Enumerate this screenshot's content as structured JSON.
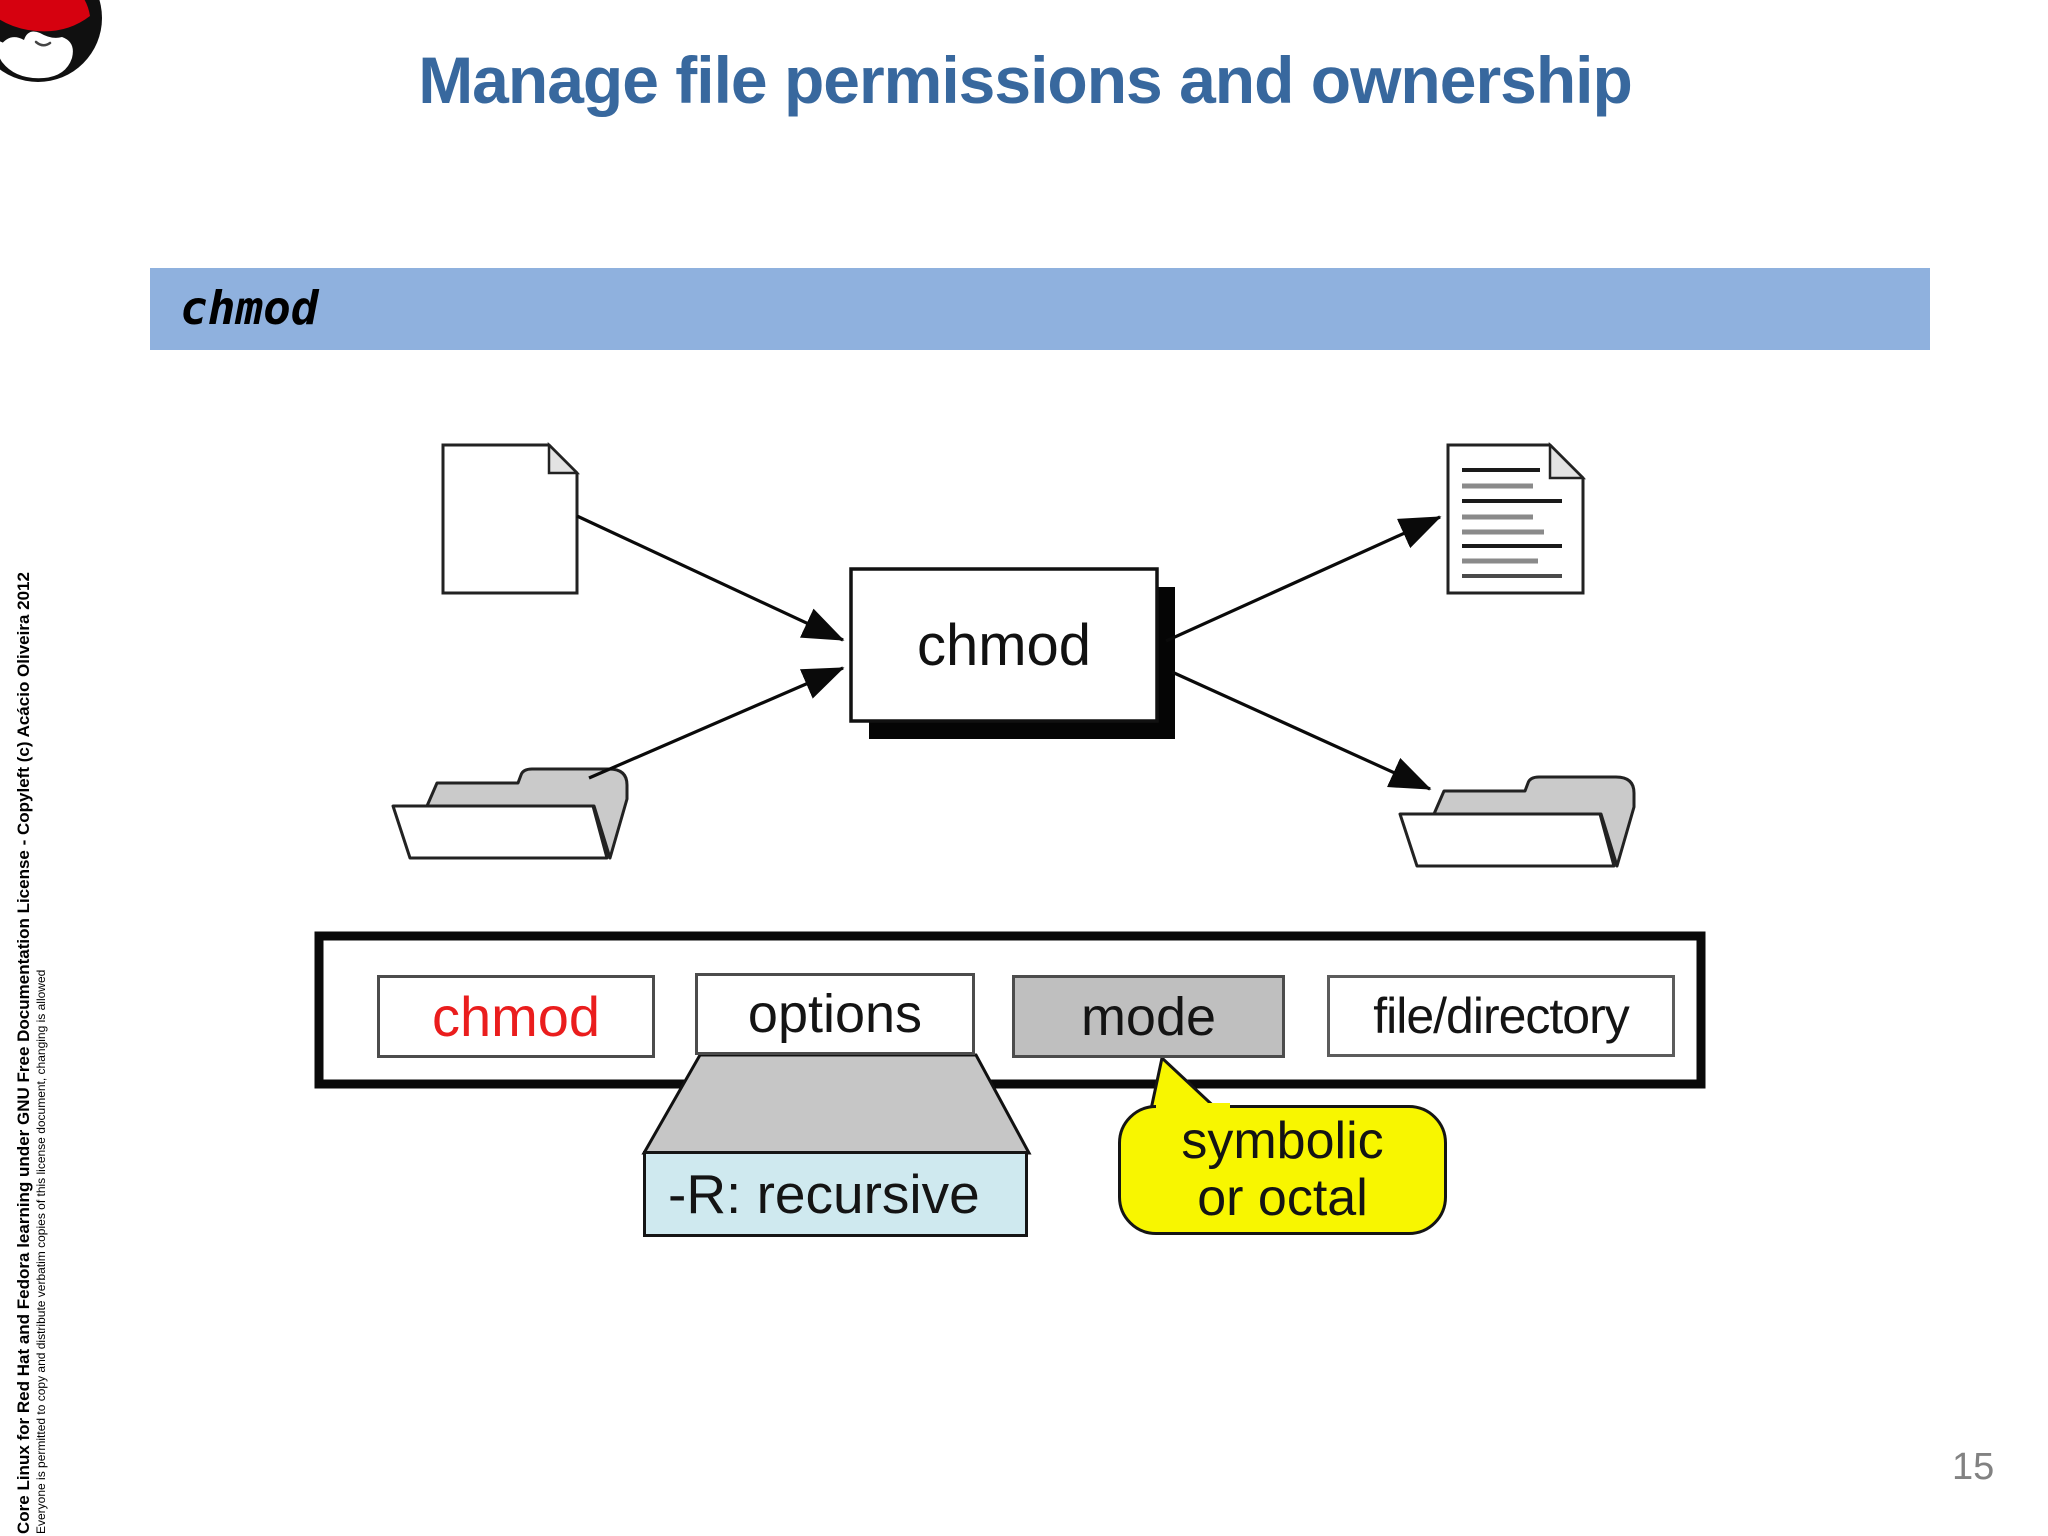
{
  "title": "Manage file permissions and ownership",
  "banner": {
    "label": "chmod"
  },
  "diagram": {
    "process_label": "chmod",
    "inputs": [
      "blank-file",
      "folder"
    ],
    "outputs": [
      "document-with-text",
      "folder"
    ]
  },
  "syntax": {
    "boxes": [
      {
        "label": "chmod",
        "text_color": "#ea1d1d"
      },
      {
        "label": "options"
      },
      {
        "label": "mode",
        "bg": "#bfbfbf"
      },
      {
        "label": "file/directory"
      }
    ],
    "options_note": "-R: recursive",
    "mode_note_line1": "symbolic",
    "mode_note_line2": "or octal"
  },
  "sidebar": {
    "line1": "Core Linux for Red Hat and Fedora learning under GNU Free Documentation License  - Copyleft (c) Acácio Oliveira 2012",
    "line2": "Everyone is permitted to copy and distribute verbatim copies of this license document, changing is allowed"
  },
  "page_number": "15",
  "colors": {
    "title_blue": "#38689e",
    "banner_blue": "#8fb1de",
    "highlight_red": "#ea1d1d",
    "mode_gray": "#bfbfbf",
    "trapezoid_gray": "#c6c6c6",
    "note_cyan": "#cfe9ef",
    "note_yellow": "#f8f600",
    "logo_red": "#d6010f"
  }
}
